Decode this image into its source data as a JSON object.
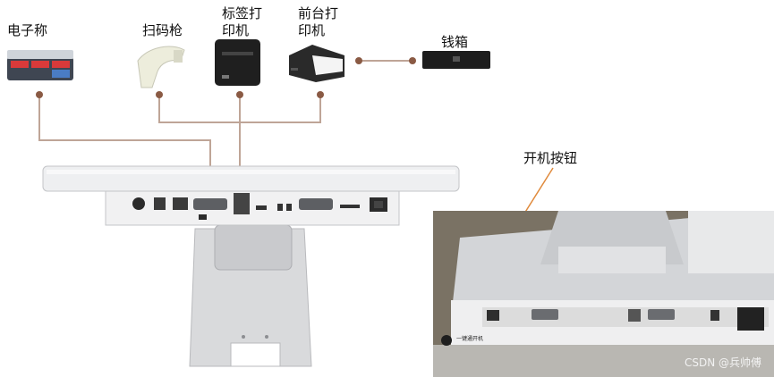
{
  "devices": {
    "scale": "电子称",
    "scanner": "扫码枪",
    "label_printer": "标签打\n印机",
    "receipt_printer": "前台打\n印机",
    "cash_drawer": "钱箱"
  },
  "callout": {
    "power_button": "开机按钮"
  },
  "photo_labels": {
    "power_label": "一键通开机"
  },
  "watermark": "CSDN @兵帅傅",
  "colors": {
    "connector": "#8a5a44",
    "callout_line": "#e08a3c"
  }
}
